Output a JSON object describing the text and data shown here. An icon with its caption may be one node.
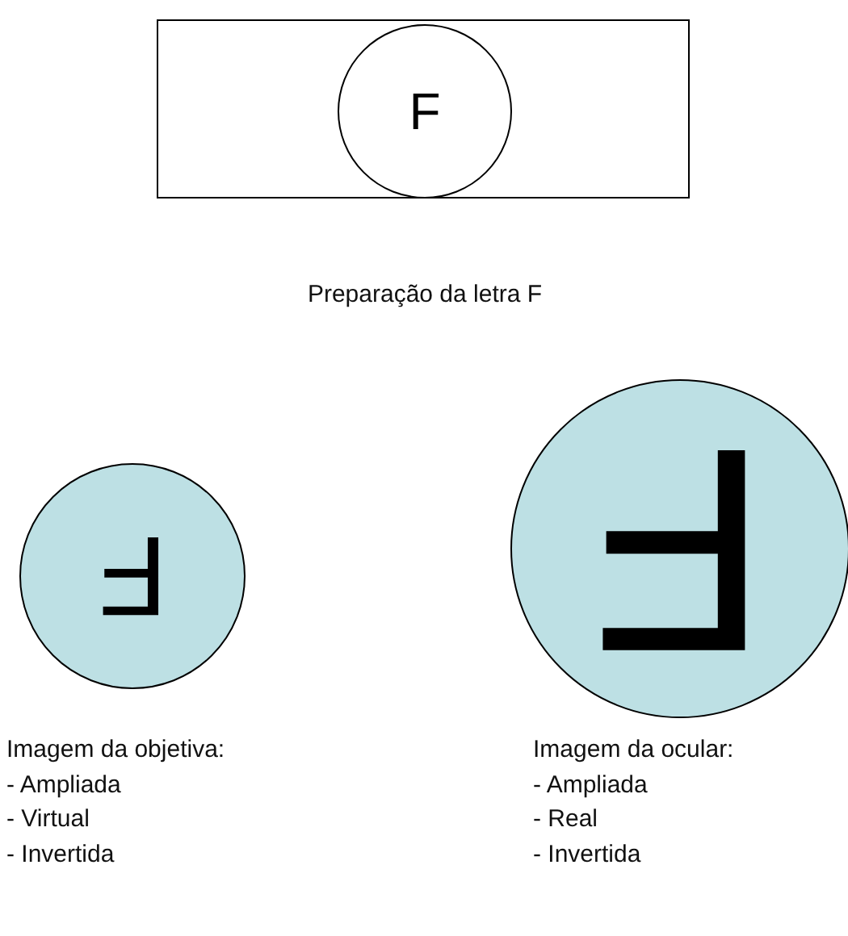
{
  "diagram": {
    "nodes": [
      {
        "text": [],
        "shape": "box",
        "beside": [
          "Preparação da letra F"
        ]
      },
      {
        "text": [
          "F"
        ],
        "in": 0
      },
      {
        "text": [
          "F"
        ],
        "beside": [
          "Imagem da objetiva:",
          "- Ampliada",
          "- Virtual",
          "- Invertida"
        ]
      },
      {
        "text": [
          "F"
        ],
        "beside": [
          "Imagem da ocular:",
          "- Ampliada",
          "- Real",
          "- Invertida"
        ]
      }
    ]
  }
}
